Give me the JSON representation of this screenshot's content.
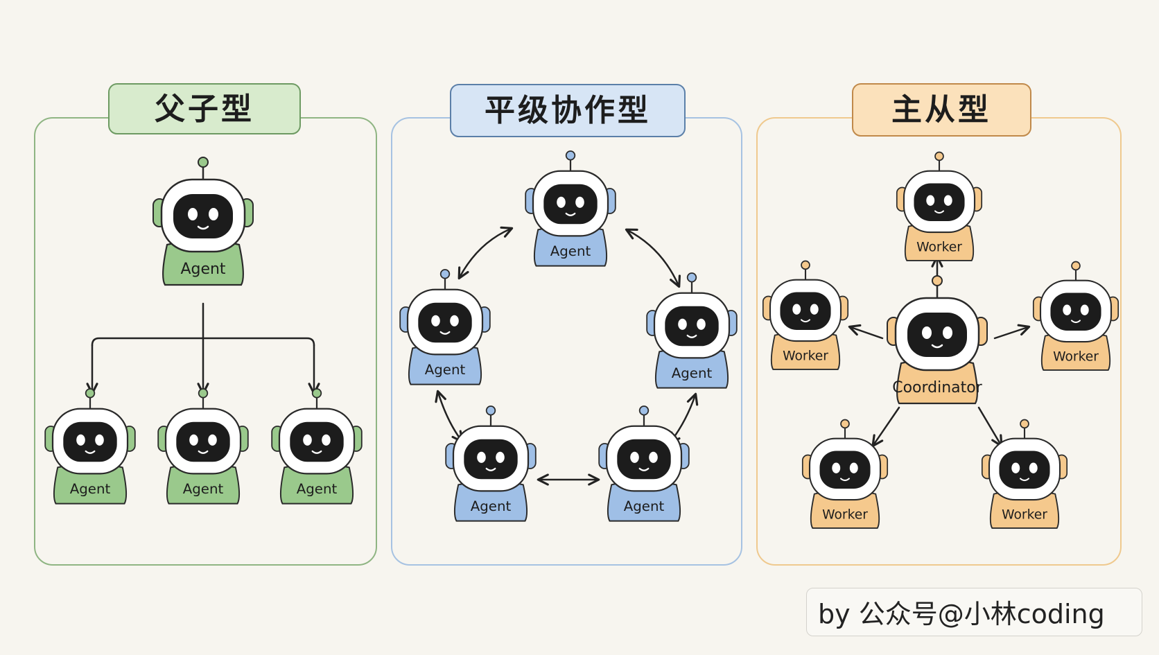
{
  "panels": [
    {
      "id": "parent-child",
      "title": "父子型"
    },
    {
      "id": "peer",
      "title": "平级协作型"
    },
    {
      "id": "master-slave",
      "title": "主从型"
    }
  ],
  "labels": {
    "agent": "Agent",
    "worker": "Worker",
    "coordinator": "Coordinator"
  },
  "colors": {
    "green": "#9ac98c",
    "blue": "#9fbfe6",
    "orange": "#f5c98d"
  },
  "credit": "by 公众号@小林coding"
}
